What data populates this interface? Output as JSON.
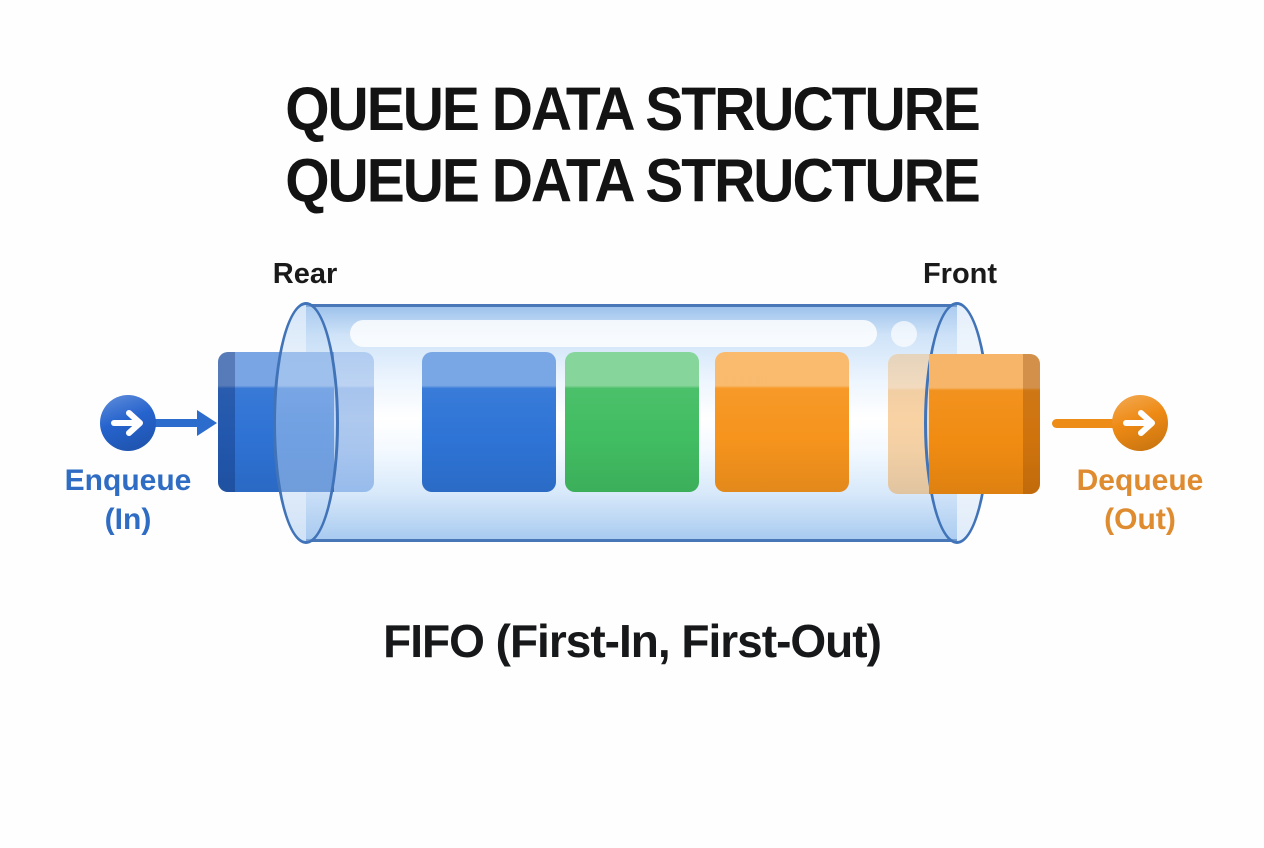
{
  "title": {
    "line1": "QUEUE DATA STRUCTURE",
    "line2": "QUEUE DATA STRUCTURE"
  },
  "queue": {
    "rear_label": "Rear",
    "front_label": "Front",
    "blocks": [
      {
        "name": "block-1",
        "color": "#2e72d4",
        "position": "rear"
      },
      {
        "name": "block-2",
        "color": "#2e74d6",
        "position": "middle"
      },
      {
        "name": "block-3",
        "color": "#41bd62",
        "position": "middle"
      },
      {
        "name": "block-4",
        "color": "#f6941d",
        "position": "middle"
      },
      {
        "name": "block-5",
        "color": "#f18c12",
        "position": "front"
      }
    ]
  },
  "enqueue": {
    "label_line1": "Enqueue",
    "label_line2": "(In)",
    "circle_color": "#2563cd",
    "label_color": "#2f6cc4"
  },
  "dequeue": {
    "label_line1": "Dequeue",
    "label_line2": "(Out)",
    "circle_color": "#ee8a14",
    "label_color": "#df8b30"
  },
  "caption": "FIFO (First-In, First-Out)"
}
